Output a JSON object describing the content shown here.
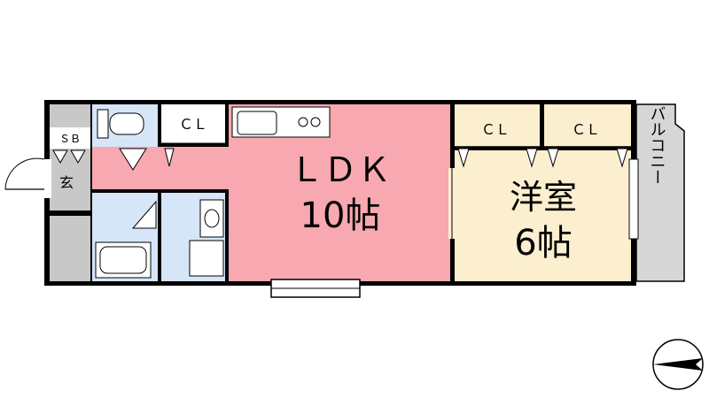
{
  "rooms": {
    "ldk": {
      "name": "ＬＤＫ",
      "size": "10帖"
    },
    "western": {
      "name": "洋室",
      "size": "6帖"
    }
  },
  "labels": {
    "closet_entry": "ＣＬ",
    "closet_bed_left": "ＣＬ",
    "closet_bed_right": "ＣＬ",
    "shoe_box": "ＳＢ",
    "entrance": "玄",
    "balcony": "バルコニー"
  },
  "colors": {
    "wall": "#000000",
    "ldk_floor": "#f7a8b0",
    "western_floor": "#fbefcf",
    "wet_area": "#d6e6f8",
    "storage": "#c8c8c8",
    "balcony": "#d6d6d6"
  }
}
